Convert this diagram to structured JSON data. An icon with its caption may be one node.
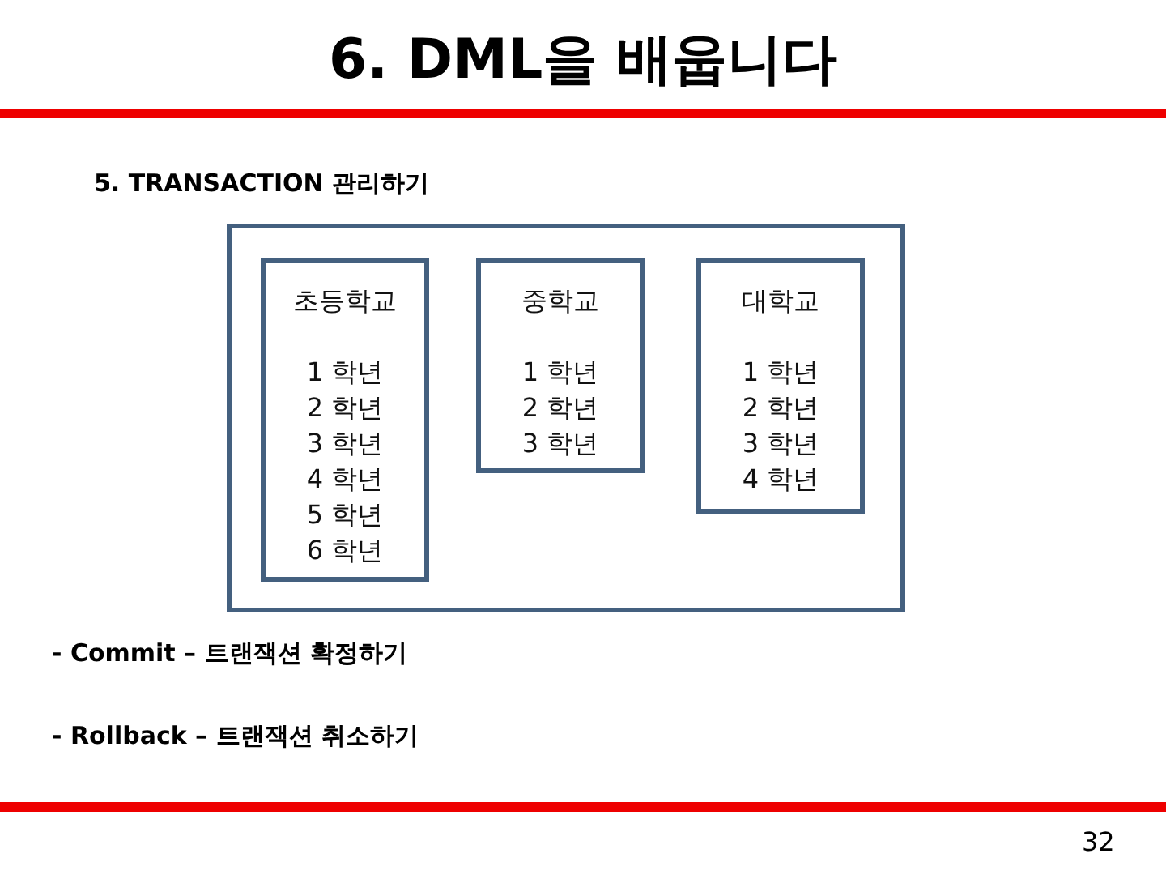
{
  "diagram": {
    "title": "6. DML을 배웁니다",
    "nodes": [
      {
        "text": [],
        "shape": "box"
      },
      {
        "text": [
          "초등학교",
          "1 학년",
          "2 학년",
          "3 학년",
          "4 학년",
          "5 학년",
          "6 학년"
        ],
        "in": 0
      },
      {
        "text": [
          "중학교",
          "1 학년",
          "2 학년",
          "3 학년"
        ],
        "in": 0
      },
      {
        "text": [
          "대학교",
          "1 학년",
          "2 학년",
          "3 학년",
          "4 학년"
        ],
        "in": 0
      }
    ],
    "labels": [
      "5. TRANSACTION 관리하기",
      "- Commit – 트랜잭션 확정하기",
      "- Rollback – 트랜잭션 취소하기",
      "32"
    ]
  }
}
